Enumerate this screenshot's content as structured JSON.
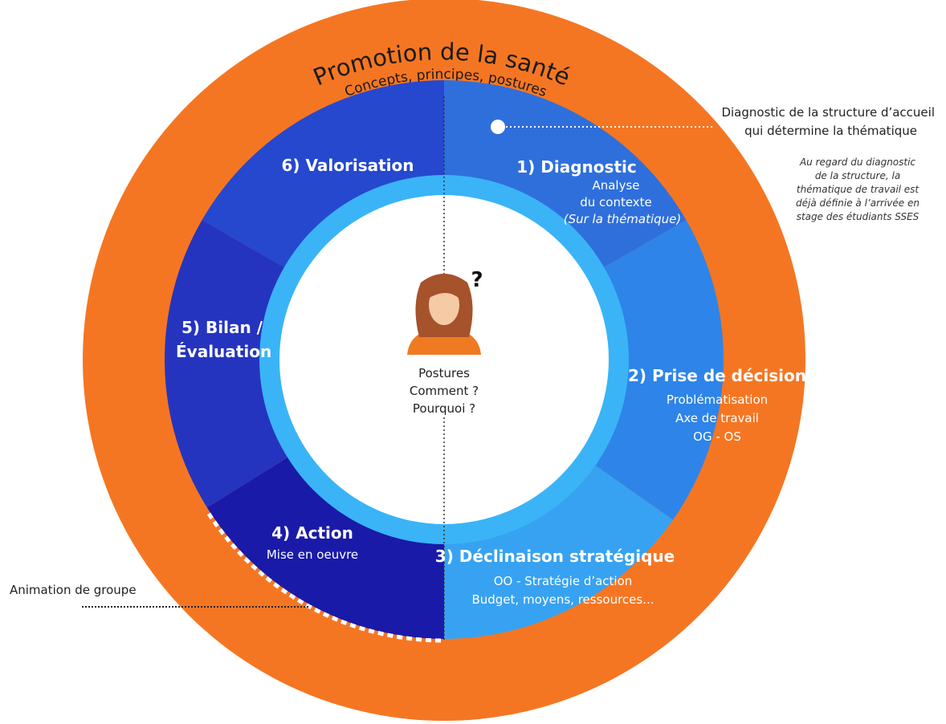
{
  "colors": {
    "outer_ring": "#f57622",
    "inner_ring": "#3ab4f7",
    "center": "#ffffff",
    "seg_diagnostic": "#2f6fdc",
    "seg_decision": "#2e84e8",
    "seg_declinaison": "#37a2f2",
    "seg_action": "#1a1aa8",
    "seg_bilan": "#2534bf",
    "seg_valorisation": "#2548cf"
  },
  "outer": {
    "title": "Promotion de la santé",
    "subtitle": "Concepts, principes, postures"
  },
  "segments": [
    {
      "key": "diagnostic",
      "title": "1) Diagnostic",
      "lines": [
        "Analyse",
        "du contexte"
      ],
      "italic": "(Sur la thématique)"
    },
    {
      "key": "decision",
      "title": "2) Prise de décision",
      "lines": [
        "Problématisation",
        "Axe de travail",
        "OG - OS"
      ]
    },
    {
      "key": "declinaison",
      "title": "3) Déclinaison stratégique",
      "lines": [
        "OO - Stratégie d’action",
        "Budget, moyens, ressources..."
      ]
    },
    {
      "key": "action",
      "title": "4) Action",
      "lines": [
        "Mise en oeuvre"
      ]
    },
    {
      "key": "bilan",
      "title_lines": [
        "5) Bilan /",
        "Évaluation"
      ]
    },
    {
      "key": "valorisation",
      "title": "6) Valorisation"
    }
  ],
  "center": {
    "question_mark": "?",
    "lines": [
      "Postures",
      "Comment ?",
      "Pourquoi ?"
    ]
  },
  "annotations": {
    "diagnostic_note": [
      "Diagnostic de la structure d’accueil",
      "qui détermine la thématique"
    ],
    "diagnostic_italic": [
      "Au regard du diagnostic",
      "de la structure, la",
      "thématique de travail est",
      "déjà définie à l’arrivée en",
      "stage des étudiants SSES"
    ],
    "group_label": "Animation de groupe"
  },
  "icons": {
    "person": "woman-avatar-icon",
    "question": "question-mark-icon"
  }
}
